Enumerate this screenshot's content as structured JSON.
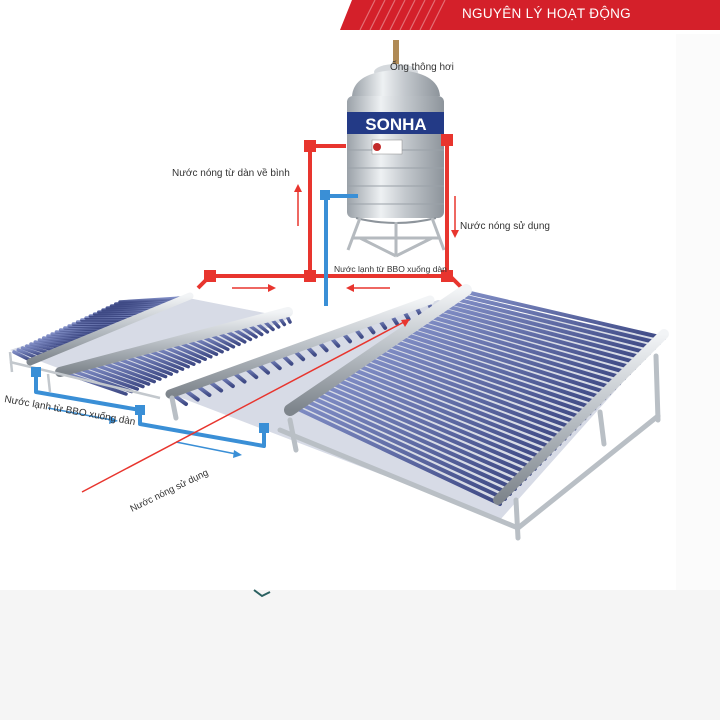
{
  "header": {
    "title": "NGUYÊN LÝ HOẠT ĐỘNG",
    "accent_color": "#d4202a"
  },
  "tank": {
    "brand": "SONHA"
  },
  "labels": {
    "vent_pipe": "Ống thông hơi",
    "hot_return": "Nước nóng từ dàn về bình",
    "hot_use_right": "Nước nóng sử dụng",
    "cold_down_center": "Nước lạnh từ BBO xuống dàn",
    "cold_down_left": "Nước lạnh từ BBO xuống dàn",
    "hot_use_left": "Nước nóng sử dụng"
  },
  "colors": {
    "hot_pipe": "#e8352e",
    "cold_pipe": "#3a8fd6",
    "steel": "#c9ced3",
    "tube": "#5a6aa8"
  }
}
